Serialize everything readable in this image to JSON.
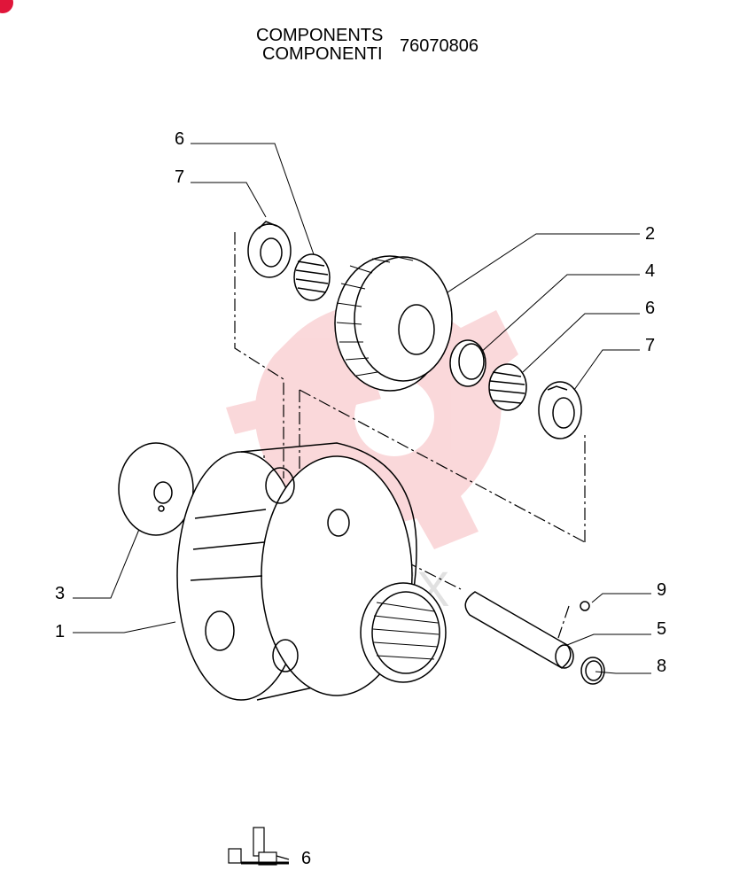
{
  "header": {
    "title_en": "COMPONENTS",
    "title_it": "COMPONENTI",
    "part_number": "76070806"
  },
  "callouts": [
    {
      "id": "c6a",
      "label": "6"
    },
    {
      "id": "c7a",
      "label": "7"
    },
    {
      "id": "c2",
      "label": "2"
    },
    {
      "id": "c4",
      "label": "4"
    },
    {
      "id": "c6b",
      "label": "6"
    },
    {
      "id": "c7b",
      "label": "7"
    },
    {
      "id": "c3",
      "label": "3"
    },
    {
      "id": "c1",
      "label": "1"
    },
    {
      "id": "c9",
      "label": "9"
    },
    {
      "id": "c5",
      "label": "5"
    },
    {
      "id": "c8",
      "label": "8"
    }
  ],
  "watermark": {
    "text": "ИНТЕХ",
    "color": "#f2a0a6"
  },
  "footer": {
    "quantity_label": "6",
    "icon": "parts-kit-icon"
  },
  "colors": {
    "line": "#000000",
    "watermark": "#f2a0a6",
    "badge": "#e0153a"
  }
}
